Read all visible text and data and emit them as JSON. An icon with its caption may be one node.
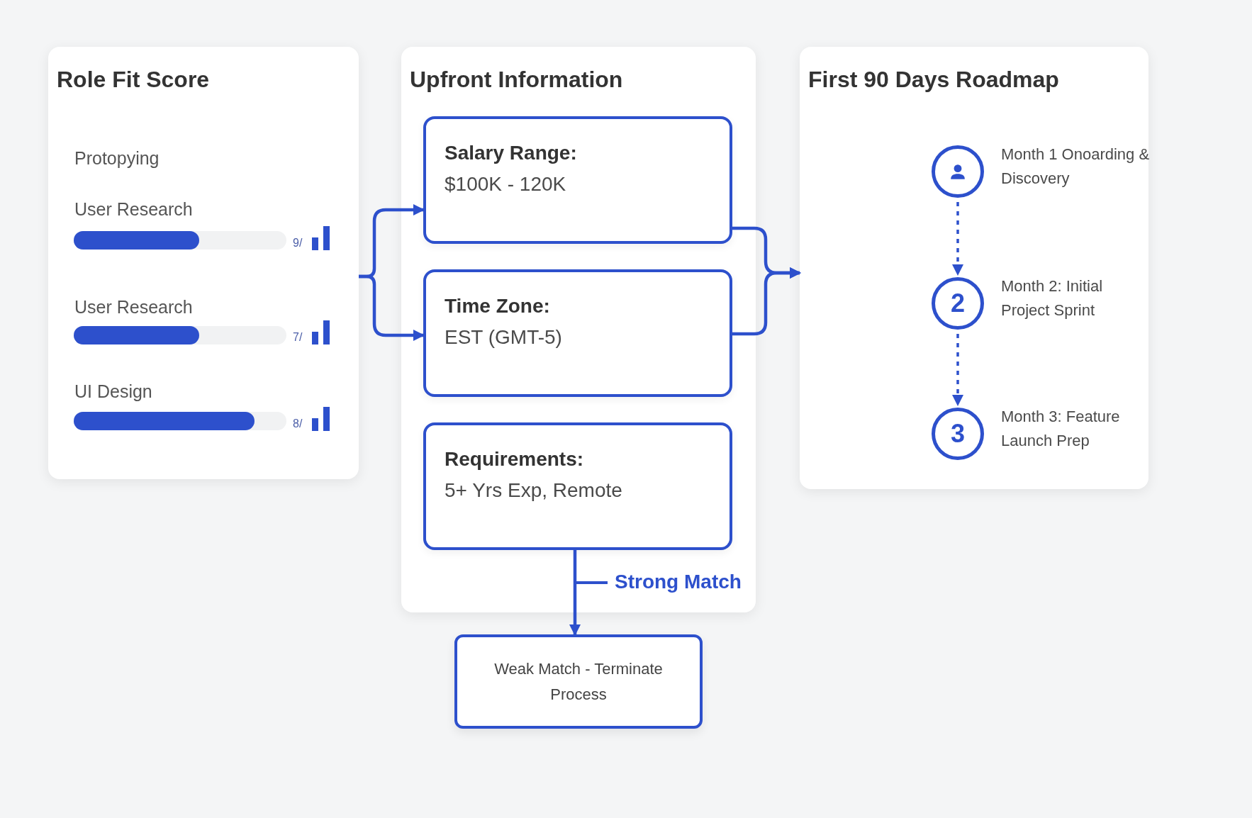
{
  "diagram": {
    "nodes": [
      {
        "text": [
          "Role Fit Score"
        ]
      },
      {
        "text": [
          "Upfront Information"
        ]
      },
      {
        "text": [
          "Salary Range:",
          "$100K - 120K"
        ],
        "in": 1
      },
      {
        "text": [
          "Time Zone:",
          "EST (GMT-5)"
        ],
        "in": 1
      },
      {
        "text": [
          "Requirements:",
          "5+ Yrs Exp, Remote"
        ],
        "in": 1
      },
      {
        "text": [
          "Weak Match - Terminate Process"
        ]
      },
      {
        "text": [
          "First 90 Days Roadmap"
        ]
      },
      {
        "text": [],
        "shape": "circle",
        "in": 6,
        "beside": [
          "Month 1 Onoarding & Discovery"
        ]
      },
      {
        "text": [
          "2"
        ],
        "in": 6,
        "beside": [
          "Month 2: Initial Project Sprint"
        ]
      },
      {
        "text": [
          "3"
        ],
        "in": 6,
        "beside": [
          "Month 3: Feature Launch Prep"
        ]
      }
    ],
    "edges": [
      {
        "from": 0,
        "to": 2,
        "arrow": "to"
      },
      {
        "from": 0,
        "to": 3,
        "arrow": "to"
      },
      {
        "from": 2,
        "to": 6,
        "arrow": "to"
      },
      {
        "from": 3,
        "to": 6,
        "arrow": "to"
      },
      {
        "from": 4,
        "to": 5,
        "arrow": "to",
        "label": "Strong Match"
      },
      {
        "from": 7,
        "to": 8,
        "arrow": "to",
        "style": "dashed"
      },
      {
        "from": 8,
        "to": 9,
        "arrow": "to",
        "style": "dashed"
      }
    ],
    "labels": [
      "Protopying",
      "User Research",
      "9/",
      "User Research",
      "7/",
      "UI Design",
      "8/"
    ]
  }
}
